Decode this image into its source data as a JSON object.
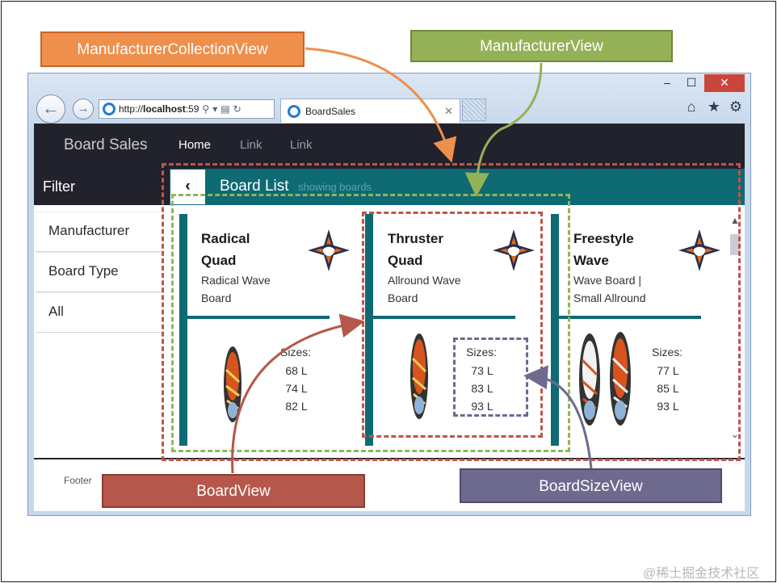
{
  "browser": {
    "window_controls": {
      "minimize": "–",
      "maximize": "☐",
      "close": "✕"
    },
    "address": {
      "prefix": "http://",
      "host": "localhost",
      "suffix": ":59"
    },
    "tab": {
      "title": "BoardSales",
      "close": "✕"
    }
  },
  "navbar": {
    "brand": "Board Sales",
    "items": [
      {
        "label": "Home"
      },
      {
        "label": "Link"
      },
      {
        "label": "Link"
      }
    ]
  },
  "filter": {
    "title": "Filter",
    "items": [
      {
        "label": "Manufacturer"
      },
      {
        "label": "Board Type"
      },
      {
        "label": "All"
      }
    ]
  },
  "board_list": {
    "title": "Board List",
    "subtitle": "showing boards",
    "back_glyph": "‹"
  },
  "boards": [
    {
      "name_line1": "Radical",
      "name_line2": "Quad",
      "type_line1": "Radical Wave",
      "type_line2": "Board",
      "sizes_label": "Sizes:",
      "sizes": [
        "68 L",
        "74 L",
        "82 L"
      ]
    },
    {
      "name_line1": "Thruster",
      "name_line2": "Quad",
      "type_line1": "Allround Wave",
      "type_line2": "Board",
      "sizes_label": "Sizes:",
      "sizes": [
        "73 L",
        "83 L",
        "93 L"
      ]
    },
    {
      "name_line1": "Freestyle",
      "name_line2": "Wave",
      "type_line1": "Wave Board |",
      "type_line2": "Small Allround",
      "sizes_label": "Sizes:",
      "sizes": [
        "77 L",
        "85 L",
        "93 L"
      ]
    }
  ],
  "footer": {
    "text": "Footer"
  },
  "annotations": {
    "manufacturer_collection_view": "ManufacturerCollectionView",
    "manufacturer_view": "ManufacturerView",
    "board_view": "BoardView",
    "board_size_view": "BoardSizeView"
  },
  "colors": {
    "navbar_bg": "#21222c",
    "teal": "#0e6a73",
    "collection_orange": "#ef8f4c",
    "manufacturer_green": "#95b158",
    "board_red": "#b5574a",
    "size_purple": "#6d6a8e"
  },
  "watermark": "@稀土掘金技术社区"
}
